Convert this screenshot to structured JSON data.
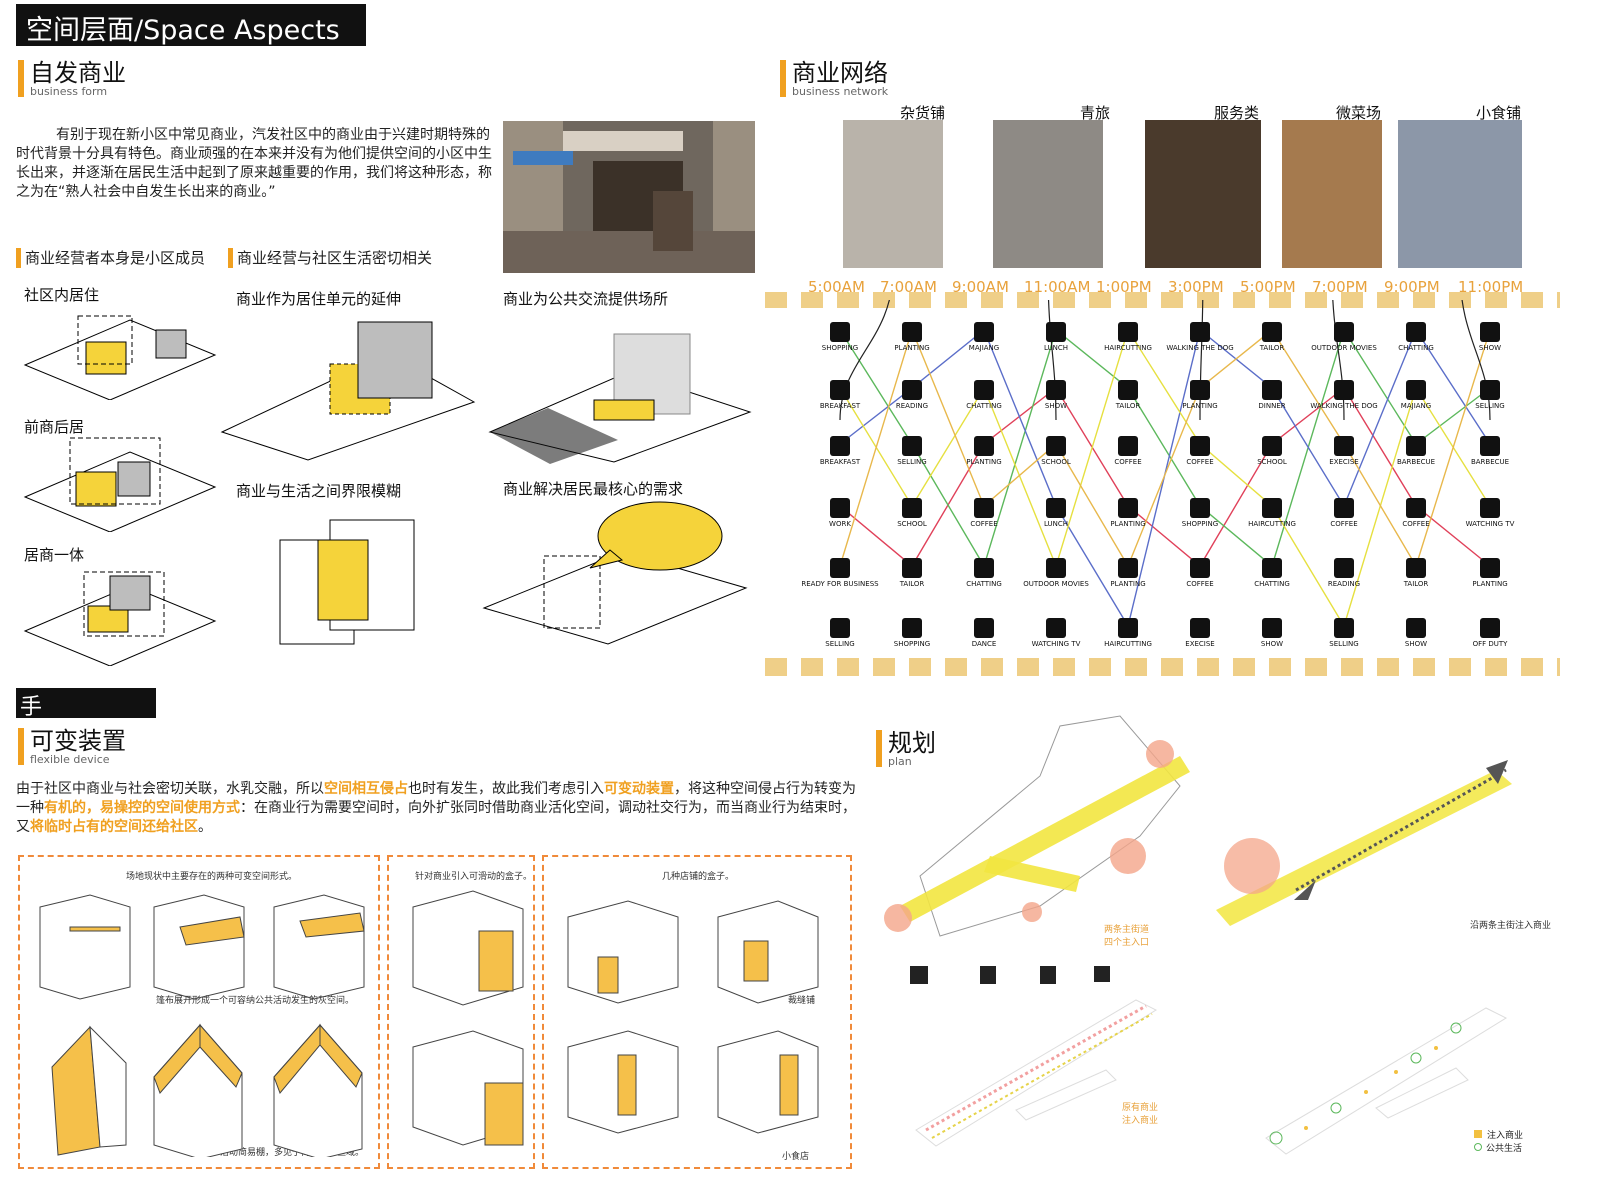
{
  "header": {
    "title": "空间层面/Space Aspects"
  },
  "business_form": {
    "title_zh": "自发商业",
    "title_en": "business form",
    "intro": "有别于现在新小区中常见商业，汽发社区中的商业由于兴建时期特殊的时代背景十分具有特色。商业顽强的在本来并没有为他们提供空间的小区中生长出来，并逐渐在居民生活中起到了原来越重要的作用，我们将这种形态，称之为在“熟人社会中自发生长出来的商业。”",
    "col1_header": "商业经营者本身是小区成员",
    "col2_header": "商业经营与社区生活密切相关",
    "diagrams": [
      "社区内居住",
      "前商后居",
      "居商一体",
      "商业作为居住单元的延伸",
      "商业与生活之间界限模糊",
      "商业为公共交流提供场所",
      "商业解决居民最核心的需求"
    ]
  },
  "network": {
    "title_zh": "商业网络",
    "title_en": "business network",
    "shops": [
      "杂货铺",
      "青旅",
      "服务类",
      "微菜场",
      "小食铺"
    ],
    "times": [
      "5:00AM",
      "7:00AM",
      "9:00AM",
      "11:00AM",
      "1:00PM",
      "3:00PM",
      "5:00PM",
      "7:00PM",
      "9:00PM",
      "11:00PM"
    ],
    "rows": [
      [
        "SHOPPING",
        "PLANTING",
        "MAJIANG",
        "LUNCH",
        "HAIRCUTTING",
        "WALKING THE DOG",
        "TAILOR",
        "OUTDOOR MOVIES",
        "CHATTING",
        "SHOW"
      ],
      [
        "BREAKFAST",
        "READING",
        "CHATTING",
        "SHOW",
        "TAILOR",
        "PLANTING",
        "DINNER",
        "WALKING THE DOG",
        "MAJIANG",
        "SELLING"
      ],
      [
        "BREAKFAST",
        "SELLING",
        "PLANTING",
        "SCHOOL",
        "COFFEE",
        "COFFEE",
        "SCHOOL",
        "EXECISE",
        "BARBECUE",
        "BARBECUE"
      ],
      [
        "WORK",
        "SCHOOL",
        "COFFEE",
        "LUNCH",
        "PLANTING",
        "SHOPPING",
        "HAIRCUTTING",
        "COFFEE",
        "COFFEE",
        "WATCHING TV"
      ],
      [
        "READY FOR BUSINESS",
        "TAILOR",
        "CHATTING",
        "OUTDOOR MOVIES",
        "PLANTING",
        "COFFEE",
        "CHATTING",
        "READING",
        "TAILOR",
        "PLANTING"
      ],
      [
        "SELLING",
        "SHOPPING",
        "DANCE",
        "WATCHING TV",
        "HAIRCUTTING",
        "EXECISE",
        "SHOW",
        "SELLING",
        "SHOW",
        "OFF DUTY"
      ]
    ],
    "colors": {
      "gold": "#e8b84c",
      "red": "#e0415a",
      "green": "#5cb85c",
      "blue": "#5b6ec9",
      "yellow": "#e6e040"
    }
  },
  "methods": {
    "title": "手法/Methods"
  },
  "flexible": {
    "title_zh": "可变装置",
    "title_en": "flexible device",
    "p1": "由于社区中商业与社会密切关联，水乳交融，所以",
    "h1": "空间相互侵占",
    "p2": "也时有发生，故此我们考虑引入",
    "h2": "可变动装置",
    "p3": "，将这种空间侵占行为转变为一种",
    "h3": "有机的，易操控的空间使用方式",
    "p4": "：在商业行为需要空间时，向外扩张同时借助商业活化空间，调动社交行为，而当商业行为结束时，又",
    "h4": "将临时占有的空间还给社区",
    "p5": "。",
    "box1_caption_top": "场地现状中主要存在的两种可变空间形式。",
    "box1_caption_mid": "篷布展开形成一个可容纳公共活动发生的灰空间。",
    "box1_caption_bottom": "活动简易棚，多见于商业集中区域。",
    "box2_caption": "针对商业引入可滑动的盒子。",
    "box3_caption": "几种店铺的盒子。",
    "box3_label1": "裁缝铺",
    "box3_label2": "小食店"
  },
  "plan": {
    "title_zh": "规划",
    "title_en": "plan",
    "note1": "两条主街道",
    "note2": "四个主入口",
    "note3": "沿两条主街注入商业",
    "legend1a": "原有商业",
    "legend1b": "注入商业",
    "legend2a": "注入商业",
    "legend2b": "公共生活"
  }
}
